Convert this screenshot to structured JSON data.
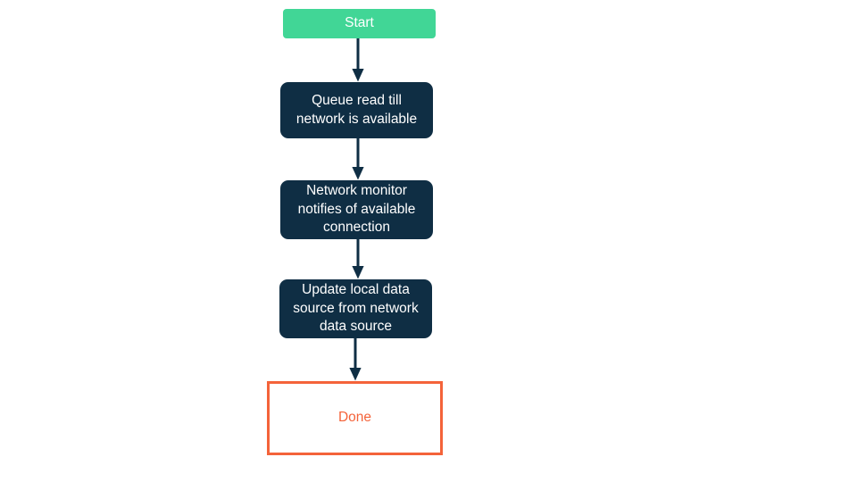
{
  "diagram": {
    "type": "flowchart",
    "orientation": "top-to-bottom",
    "background_color": "#ffffff",
    "colors": {
      "start_fill": "#41d696",
      "process_fill": "#0f2e44",
      "process_text": "#ffffff",
      "done_border": "#f4633a",
      "done_text": "#f4633a",
      "done_fill": "#ffffff",
      "arrow": "#0f2e44"
    },
    "nodes": [
      {
        "id": "start",
        "shape": "rounded-rectangle",
        "role": "terminator",
        "label": "Start"
      },
      {
        "id": "queue-read",
        "shape": "rounded-rectangle",
        "role": "process",
        "label": "Queue read till\nnetwork is available"
      },
      {
        "id": "network-monitor",
        "shape": "rounded-rectangle",
        "role": "process",
        "label": "Network monitor\nnotifies of available\nconnection"
      },
      {
        "id": "update-local",
        "shape": "rounded-rectangle",
        "role": "process",
        "label": "Update local data\nsource from network\ndata source"
      },
      {
        "id": "done",
        "shape": "rectangle",
        "role": "terminator",
        "label": "Done"
      }
    ],
    "edges": [
      {
        "id": "edge-1",
        "from": "start",
        "to": "queue-read",
        "label": ""
      },
      {
        "id": "edge-2",
        "from": "queue-read",
        "to": "network-monitor",
        "label": ""
      },
      {
        "id": "edge-3",
        "from": "network-monitor",
        "to": "update-local",
        "label": ""
      },
      {
        "id": "edge-4",
        "from": "update-local",
        "to": "done",
        "label": ""
      }
    ]
  }
}
